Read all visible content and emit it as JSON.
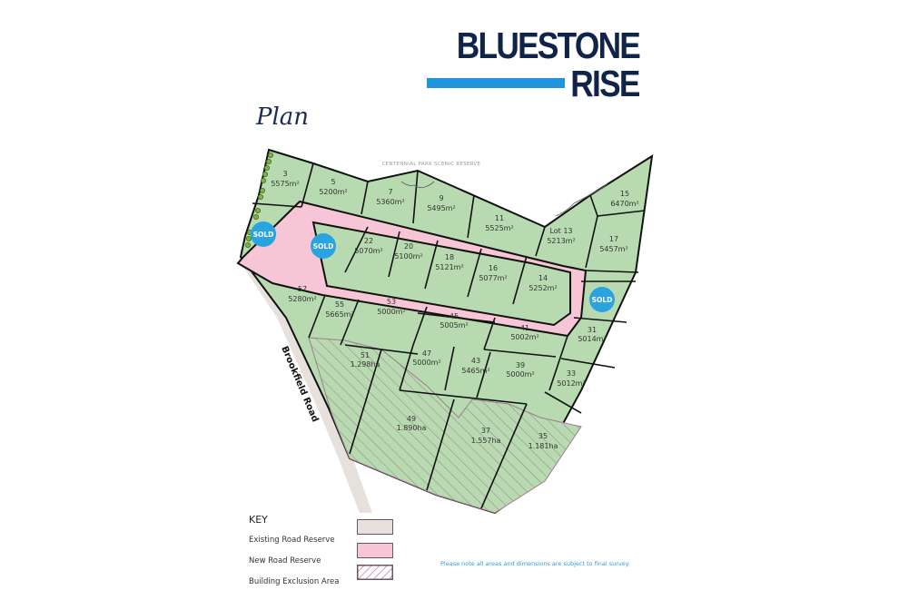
{
  "header": {
    "title_line1": "BLUESTONE",
    "title_line2": "RISE",
    "accent_bar_color": "#1e95dd",
    "title_color": "#0f2448"
  },
  "plan_heading": "Plan",
  "map": {
    "reserve_label": "CENTENNIAL PARK SCENIC RESERVE",
    "road_label": "Brookfield Road",
    "sold_label": "SOLD",
    "colors": {
      "lot_fill": "#b7dab0",
      "new_road_fill": "#f6c6d6",
      "existing_road_fill": "#e6e1dc",
      "sold_badge": "#29a4e0",
      "exclusion_hatch": "#9c7e8c"
    },
    "lots": [
      {
        "number": "3",
        "area": "5575m²"
      },
      {
        "number": "5",
        "area": "5200m²"
      },
      {
        "number": "7",
        "area": "5360m²"
      },
      {
        "number": "9",
        "area": "5495m²"
      },
      {
        "number": "11",
        "area": "5525m²"
      },
      {
        "number": "Lot 13",
        "area": "5213m²"
      },
      {
        "number": "15",
        "area": "6470m²"
      },
      {
        "number": "17",
        "area": "5457m²"
      },
      {
        "number": "22",
        "area": "5070m²"
      },
      {
        "number": "20",
        "area": "5100m²"
      },
      {
        "number": "18",
        "area": "5121m²"
      },
      {
        "number": "16",
        "area": "5077m²"
      },
      {
        "number": "14",
        "area": "5252m²"
      },
      {
        "number": "57",
        "area": "5280m²"
      },
      {
        "number": "55",
        "area": "5665m²"
      },
      {
        "number": "53",
        "area": "5000m²"
      },
      {
        "number": "45",
        "area": "5005m²"
      },
      {
        "number": "41",
        "area": "5002m²"
      },
      {
        "number": "31",
        "area": "5014m²"
      },
      {
        "number": "51",
        "area": "1.298ha"
      },
      {
        "number": "47",
        "area": "5000m²"
      },
      {
        "number": "43",
        "area": "5465m²"
      },
      {
        "number": "39",
        "area": "5000m²"
      },
      {
        "number": "33",
        "area": "5012m²"
      },
      {
        "number": "49",
        "area": "1.890ha"
      },
      {
        "number": "37",
        "area": "1.557ha"
      },
      {
        "number": "35",
        "area": "1.181ha"
      }
    ]
  },
  "key": {
    "title": "KEY",
    "items": [
      {
        "label": "Existing Road Reserve",
        "color": "#e6e1dc"
      },
      {
        "label": "New Road Reserve",
        "color": "#f6c6d6"
      },
      {
        "label": "Building Exclusion Area",
        "pattern": "hatch"
      }
    ]
  },
  "footer_note": "Please note all areas and dimensions are subject to final survey."
}
